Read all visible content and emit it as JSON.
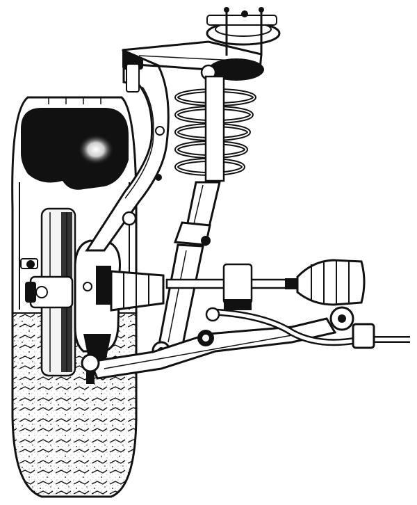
{
  "illustration": {
    "subject": "front-suspension-cutaway",
    "style": "black-ink-line-drawing",
    "colors": {
      "ink": "#111111",
      "paper": "#ffffff"
    },
    "components": [
      "tire",
      "wheel-rim",
      "brake-disc",
      "wheel-hub",
      "steering-knuckle",
      "upper-control-arm",
      "coil-spring",
      "shock-absorber",
      "strut-top-mount",
      "lower-control-arm",
      "drive-shaft",
      "cv-joint-boot",
      "anti-roll-bar",
      "ball-joint"
    ]
  }
}
